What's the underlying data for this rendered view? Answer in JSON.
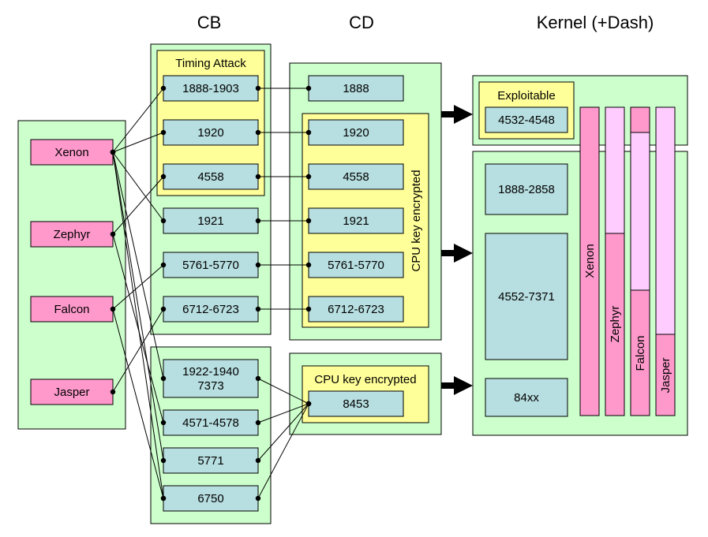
{
  "headers": {
    "cb": "CB",
    "cd": "CD",
    "kernel": "Kernel (+Dash)"
  },
  "colors": {
    "group_fill": "#ccffcc",
    "yellow_fill": "#ffff99",
    "box_fill": "#b7dee0",
    "pink_fill": "#ff99cc",
    "light_pink_fill": "#ffccff",
    "line": "#000000"
  },
  "consoles": [
    {
      "id": "xenon",
      "label": "Xenon"
    },
    {
      "id": "zephyr",
      "label": "Zephyr"
    },
    {
      "id": "falcon",
      "label": "Falcon"
    },
    {
      "id": "jasper",
      "label": "Jasper"
    }
  ],
  "cb": {
    "timing_attack_label": "Timing Attack",
    "top_group": [
      {
        "id": "cb1888",
        "label": "1888-1903"
      },
      {
        "id": "cb1920",
        "label": "1920"
      },
      {
        "id": "cb4558",
        "label": "4558"
      },
      {
        "id": "cb1921",
        "label": "1921"
      },
      {
        "id": "cb5761",
        "label": "5761-5770"
      },
      {
        "id": "cb6712",
        "label": "6712-6723"
      }
    ],
    "bottom_group": [
      {
        "id": "cb1922",
        "label": "1922-1940\n7373"
      },
      {
        "id": "cb4571",
        "label": "4571-4578"
      },
      {
        "id": "cb5771",
        "label": "5771"
      },
      {
        "id": "cb6750",
        "label": "6750"
      }
    ]
  },
  "cd": {
    "cpu_key_encrypted_label": "CPU key encrypted",
    "top_group": [
      {
        "id": "cd1888",
        "label": "1888"
      },
      {
        "id": "cd1920",
        "label": "1920"
      },
      {
        "id": "cd4558",
        "label": "4558"
      },
      {
        "id": "cd1921",
        "label": "1921"
      },
      {
        "id": "cd5761",
        "label": "5761-5770"
      },
      {
        "id": "cd6712",
        "label": "6712-6723"
      }
    ],
    "bottom_group": [
      {
        "id": "cd8453",
        "label": "8453"
      }
    ]
  },
  "kernel": {
    "exploitable_label": "Exploitable",
    "exploitable_box": "4532-4548",
    "ranges": [
      {
        "id": "k1888",
        "label": "1888-2858"
      },
      {
        "id": "k4552",
        "label": "4552-7371"
      },
      {
        "id": "k84xx",
        "label": "84xx"
      }
    ],
    "bars": [
      {
        "id": "bar-xenon",
        "label": "Xenon"
      },
      {
        "id": "bar-zephyr",
        "label": "Zephyr"
      },
      {
        "id": "bar-falcon",
        "label": "Falcon"
      },
      {
        "id": "bar-jasper",
        "label": "Jasper"
      }
    ]
  },
  "connections": {
    "console_to_cb": [
      [
        "xenon",
        "cb1888"
      ],
      [
        "xenon",
        "cb1920"
      ],
      [
        "xenon",
        "cb1921"
      ],
      [
        "xenon",
        "cb1922"
      ],
      [
        "xenon",
        "cb5771"
      ],
      [
        "xenon",
        "cb6750"
      ],
      [
        "zephyr",
        "cb4558"
      ],
      [
        "zephyr",
        "cb4571"
      ],
      [
        "falcon",
        "cb5761"
      ],
      [
        "falcon",
        "cb6750"
      ],
      [
        "jasper",
        "cb6712"
      ]
    ],
    "cb_to_cd": [
      [
        "cb1888",
        "cd1888"
      ],
      [
        "cb1920",
        "cd1920"
      ],
      [
        "cb4558",
        "cd4558"
      ],
      [
        "cb1921",
        "cd1921"
      ],
      [
        "cb5761",
        "cd5761"
      ],
      [
        "cb6712",
        "cd6712"
      ],
      [
        "cb1922",
        "cd8453"
      ],
      [
        "cb4571",
        "cd8453"
      ],
      [
        "cb5771",
        "cd8453"
      ],
      [
        "cb6750",
        "cd8453"
      ]
    ]
  }
}
